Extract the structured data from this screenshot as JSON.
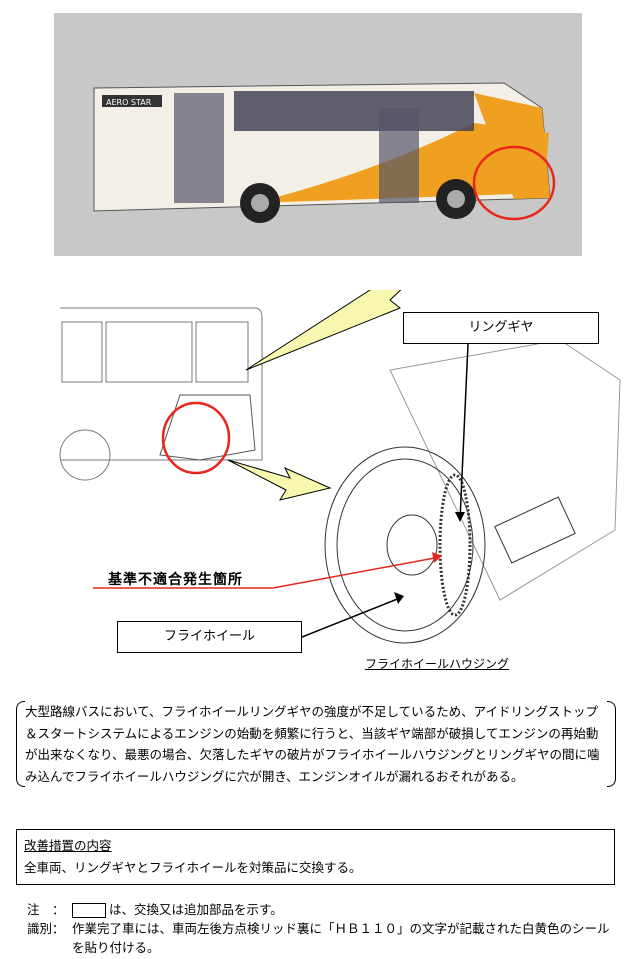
{
  "diagram": {
    "ring_gear_label": "リングギヤ",
    "flywheel_label": "フライホイール",
    "defect_location_label": "基準不適合発生箇所",
    "flywheel_housing_label": "フライホイールハウジング",
    "bus_logo_text": "AERO STAR"
  },
  "description": "大型路線バスにおいて、フライホイールリングギヤの強度が不足しているため、アイドリングストップ＆スタートシステムによるエンジンの始動を頻繁に行うと、当該ギヤ端部が破損してエンジンの再始動が出来なくなり、最悪の場合、欠落したギヤの破片がフライホイールハウジングとリングギヤの間に噛み込んでフライホイールハウジングに穴が開き、エンジンオイルが漏れるおそれがある。",
  "measure": {
    "title": "改善措置の内容",
    "body": "全車両、リングギヤとフライホイールを対策品に交換する。"
  },
  "notes": {
    "note_key": "注　：",
    "note_text": "は、交換又は追加部品を示す。",
    "id_key": "識別：",
    "id_text": "作業完了車には、車両左後方点検リッド裏に「ＨＢ１１０」の文字が記載された白黄色のシールを貼り付ける。"
  },
  "colors": {
    "highlight": "#e8261b",
    "arrow_fill": "#f7f7b0",
    "bus_orange": "#f0a020"
  }
}
